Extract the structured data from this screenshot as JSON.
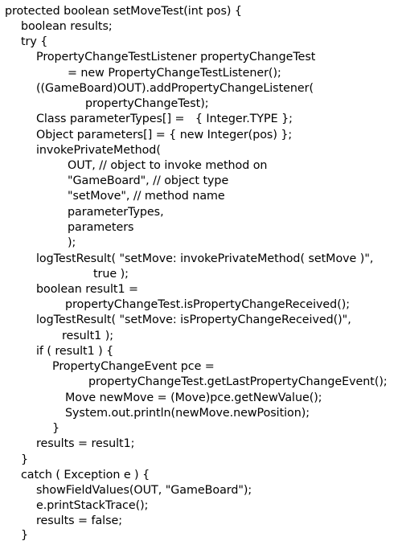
{
  "code": {
    "lines": [
      "protected boolean setMoveTest(int pos) {",
      "boolean results;",
      "try {",
      "PropertyChangeTestListener propertyChangeTest",
      "= new PropertyChangeTestListener();",
      "((GameBoard)OUT).addPropertyChangeListener(",
      "propertyChangeTest);",
      "Class parameterTypes[] =   { Integer.TYPE };",
      "Object parameters[] = { new Integer(pos) };",
      "invokePrivateMethod(",
      "OUT, // object to invoke method on",
      "\"GameBoard\", // object type",
      "\"setMove\", // method name",
      "parameterTypes,",
      "parameters",
      ");",
      "logTestResult( \"setMove: invokePrivateMethod( setMove )\",",
      "true );",
      "boolean result1 =",
      "propertyChangeTest.isPropertyChangeReceived();",
      "logTestResult( \"setMove: isPropertyChangeReceived()\",",
      "result1 );",
      "if ( result1 ) {",
      "PropertyChangeEvent pce =",
      "propertyChangeTest.getLastPropertyChangeEvent();",
      "Move newMove = (Move)pce.getNewValue();",
      "System.out.println(newMove.newPosition);",
      "}",
      "results = result1;",
      "}",
      "catch ( Exception e ) {",
      "showFieldValues(OUT, \"GameBoard\");",
      "e.printStackTrace();",
      "results = false;",
      "}"
    ]
  }
}
